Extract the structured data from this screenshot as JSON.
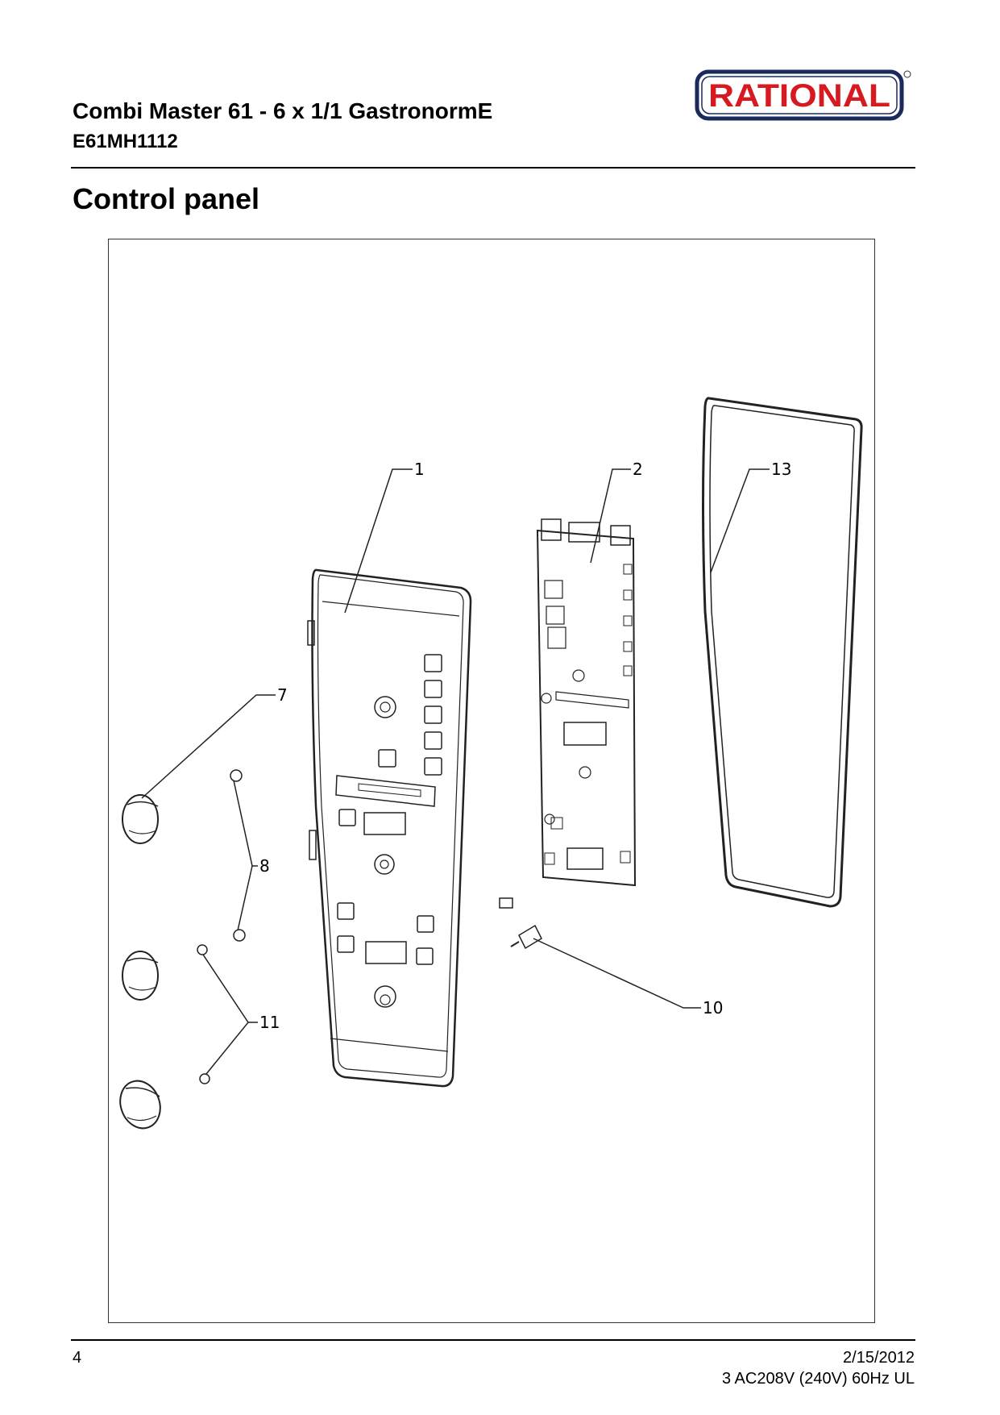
{
  "header": {
    "title": "Combi Master 61 - 6 x 1/1 GastronormE",
    "model": "E61MH1112",
    "logo_text": "RATIONAL",
    "logo_color": "#d71920",
    "logo_border_color": "#1b2a5c"
  },
  "section_title": "Control panel",
  "diagram": {
    "callouts": [
      "1",
      "2",
      "13",
      "7",
      "8",
      "10",
      "11"
    ]
  },
  "footer": {
    "page_number": "4",
    "date": "2/15/2012",
    "voltage": "3 AC208V (240V) 60Hz UL"
  }
}
